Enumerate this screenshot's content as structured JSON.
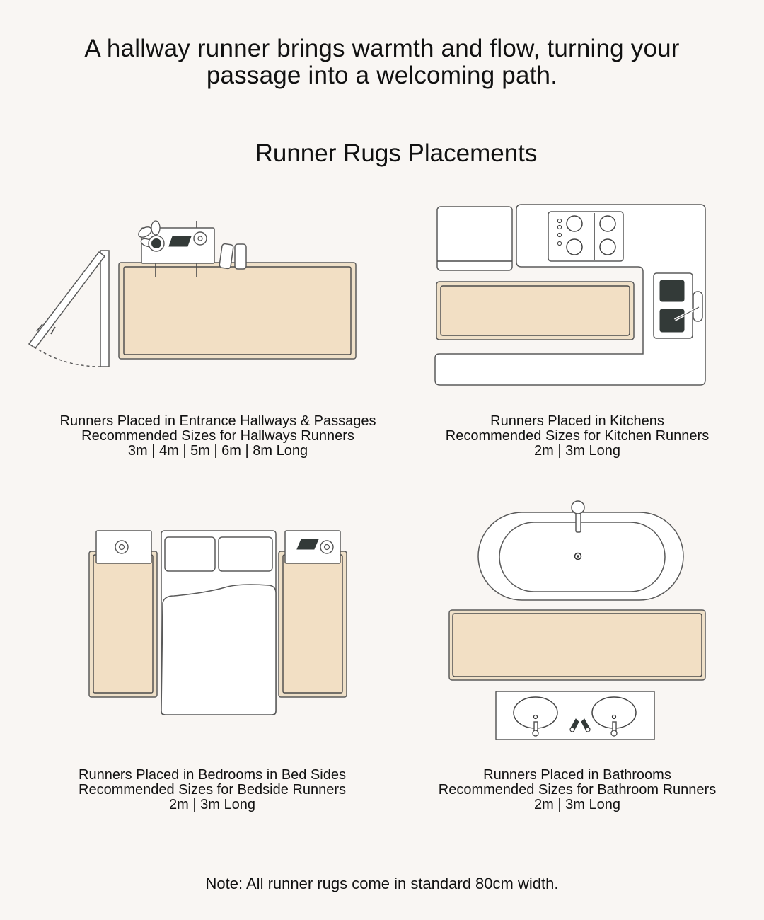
{
  "headline": {
    "line1": "A hallway runner brings warmth and flow, turning your",
    "line2": "passage into a welcoming path."
  },
  "section_title": "Runner Rugs Placements",
  "colors": {
    "background": "#f9f6f3",
    "rug": "#f2dfc4",
    "furniture": "#ffffff",
    "dark_accent": "#333a38"
  },
  "placements": [
    {
      "room": "hallway",
      "title": "Runners Placed in Entrance Hallways & Passages",
      "subtitle": "Recommended Sizes for Hallways Runners",
      "sizes": "3m | 4m | 5m | 6m | 8m Long"
    },
    {
      "room": "kitchen",
      "title": "Runners Placed in Kitchens",
      "subtitle": "Recommended Sizes for Kitchen Runners",
      "sizes": "2m | 3m Long"
    },
    {
      "room": "bedroom",
      "title": "Runners Placed in Bedrooms in Bed Sides",
      "subtitle": "Recommended Sizes for Bedside Runners",
      "sizes": "2m | 3m Long"
    },
    {
      "room": "bathroom",
      "title": "Runners Placed in Bathrooms",
      "subtitle": "Recommended Sizes for Bathroom Runners",
      "sizes": "2m | 3m Long"
    }
  ],
  "note": "Note: All runner rugs come in standard 80cm width."
}
